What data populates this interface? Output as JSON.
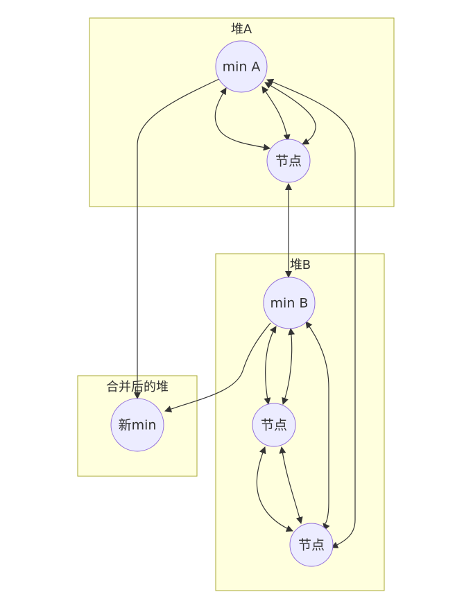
{
  "clusters": {
    "heap_a": {
      "title": "堆A"
    },
    "heap_b": {
      "title": "堆B"
    },
    "merged": {
      "title": "合并后的堆"
    }
  },
  "nodes": {
    "min_a": "min A",
    "node_a": "节点",
    "min_b": "min B",
    "node_b1": "节点",
    "node_b2": "节点",
    "new_min": "新min"
  },
  "colors": {
    "cluster_fill": "#ffffde",
    "cluster_stroke": "#aaaa33",
    "node_fill": "#ececff",
    "node_stroke": "#9370db",
    "edge": "#333333",
    "text": "#333333"
  }
}
